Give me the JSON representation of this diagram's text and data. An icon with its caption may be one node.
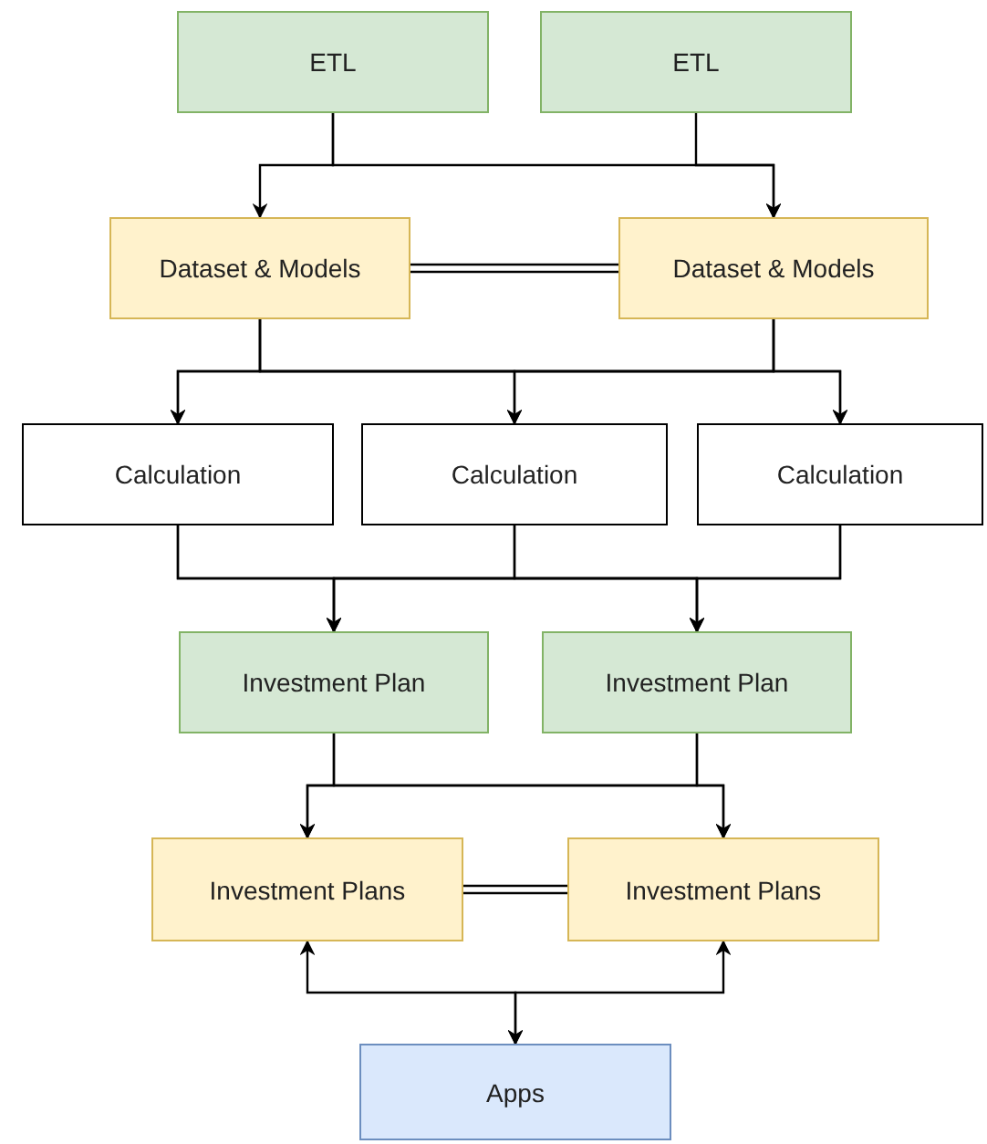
{
  "diagram": {
    "nodes": [
      {
        "text": [
          "ETL"
        ]
      },
      {
        "text": [
          "ETL"
        ]
      },
      {
        "text": [
          "Dataset & Models"
        ]
      },
      {
        "text": [
          "Dataset & Models"
        ]
      },
      {
        "text": [
          "Calculation"
        ]
      },
      {
        "text": [
          "Calculation"
        ]
      },
      {
        "text": [
          "Calculation"
        ]
      },
      {
        "text": [
          "Investment Plan"
        ]
      },
      {
        "text": [
          "Investment Plan"
        ]
      },
      {
        "text": [
          "Investment Plans"
        ]
      },
      {
        "text": [
          "Investment Plans"
        ]
      },
      {
        "text": [
          "Apps"
        ]
      }
    ],
    "edges": [
      {
        "from": 0,
        "to": 2,
        "arrow": "to"
      },
      {
        "from": 0,
        "to": 3,
        "arrow": "to"
      },
      {
        "from": 1,
        "to": 3,
        "arrow": "to"
      },
      {
        "from": 2,
        "to": 3,
        "arrow": "none"
      },
      {
        "from": 2,
        "to": 4,
        "arrow": "to"
      },
      {
        "from": 2,
        "to": 5,
        "arrow": "to"
      },
      {
        "from": 2,
        "to": 6,
        "arrow": "to"
      },
      {
        "from": 3,
        "to": 4,
        "arrow": "to"
      },
      {
        "from": 3,
        "to": 5,
        "arrow": "to"
      },
      {
        "from": 3,
        "to": 6,
        "arrow": "to"
      },
      {
        "from": 4,
        "to": 7,
        "arrow": "to"
      },
      {
        "from": 4,
        "to": 8,
        "arrow": "to"
      },
      {
        "from": 5,
        "to": 7,
        "arrow": "to"
      },
      {
        "from": 5,
        "to": 8,
        "arrow": "to"
      },
      {
        "from": 6,
        "to": 7,
        "arrow": "to"
      },
      {
        "from": 6,
        "to": 8,
        "arrow": "to"
      },
      {
        "from": 7,
        "to": 9,
        "arrow": "to"
      },
      {
        "from": 7,
        "to": 10,
        "arrow": "to"
      },
      {
        "from": 8,
        "to": 9,
        "arrow": "to"
      },
      {
        "from": 8,
        "to": 10,
        "arrow": "to"
      },
      {
        "from": 9,
        "to": 10,
        "arrow": "none"
      },
      {
        "from": 9,
        "to": 11,
        "arrow": "both"
      },
      {
        "from": 10,
        "to": 11,
        "arrow": "both"
      }
    ]
  }
}
